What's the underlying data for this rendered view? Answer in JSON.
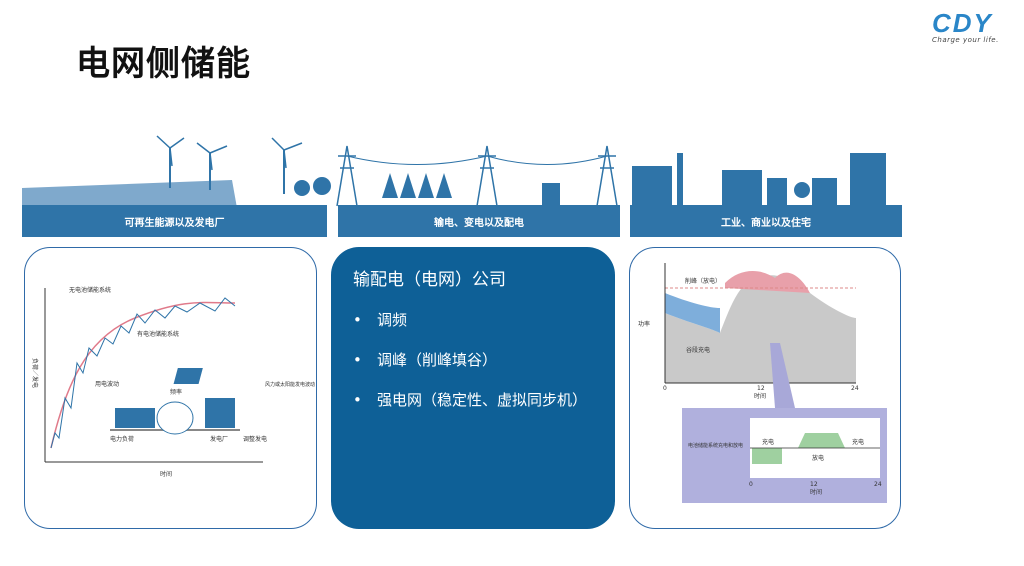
{
  "title": "电网侧储能",
  "logo": {
    "word": "CDY",
    "tagline": "Charge your life."
  },
  "banner": {
    "sections": [
      "可再生能源以及发电厂",
      "输电、变电以及配电",
      "工业、商业以及住宅"
    ]
  },
  "left_figure": {
    "ylabel": "负荷／发电",
    "xlabel": "时间",
    "labels": {
      "no_battery": "无电池储能系统",
      "with_battery": "有电池储能系统",
      "load_fluct": "用电波动",
      "frequency": "频率",
      "renewable_fluct": "风力或太阳能发电波动",
      "load": "电力负荷",
      "plant": "发电厂",
      "adjust": "调整发电"
    }
  },
  "middle": {
    "heading": "输配电（电网）公司",
    "bullets": [
      "调频",
      "调峰（削峰填谷）",
      "强电网（稳定性、虚拟同步机）"
    ]
  },
  "right_figure": {
    "ylabel": "功率",
    "xlabel": "时间",
    "peak_label": "削峰（放电）",
    "valley_label": "谷段充电",
    "ticks": [
      "0",
      "12",
      "24"
    ],
    "inset": {
      "label": "电池储能系统充电和放电",
      "charge": "充电",
      "discharge": "放电",
      "ticks": [
        "0",
        "12",
        "24"
      ],
      "xlabel": "时间"
    }
  }
}
